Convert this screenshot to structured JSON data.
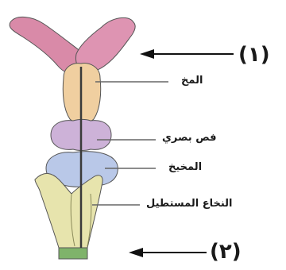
{
  "labels": {
    "brain": "المخ",
    "optic_lobe": "فص بصري",
    "cerebellum": "المخيخ",
    "medulla": "النخاع المستطيل"
  },
  "markers": {
    "one": "(١)",
    "two": "(٢)"
  },
  "colors": {
    "olfactory": "#d98aa8",
    "brain": "#f0cfa0",
    "optic_lobe": "#cdb2d8",
    "cerebellum": "#b9c8e8",
    "medulla": "#e7e4ad",
    "spinal_tip": "#7fb36a",
    "outline": "#555555",
    "arrow": "#111111"
  }
}
